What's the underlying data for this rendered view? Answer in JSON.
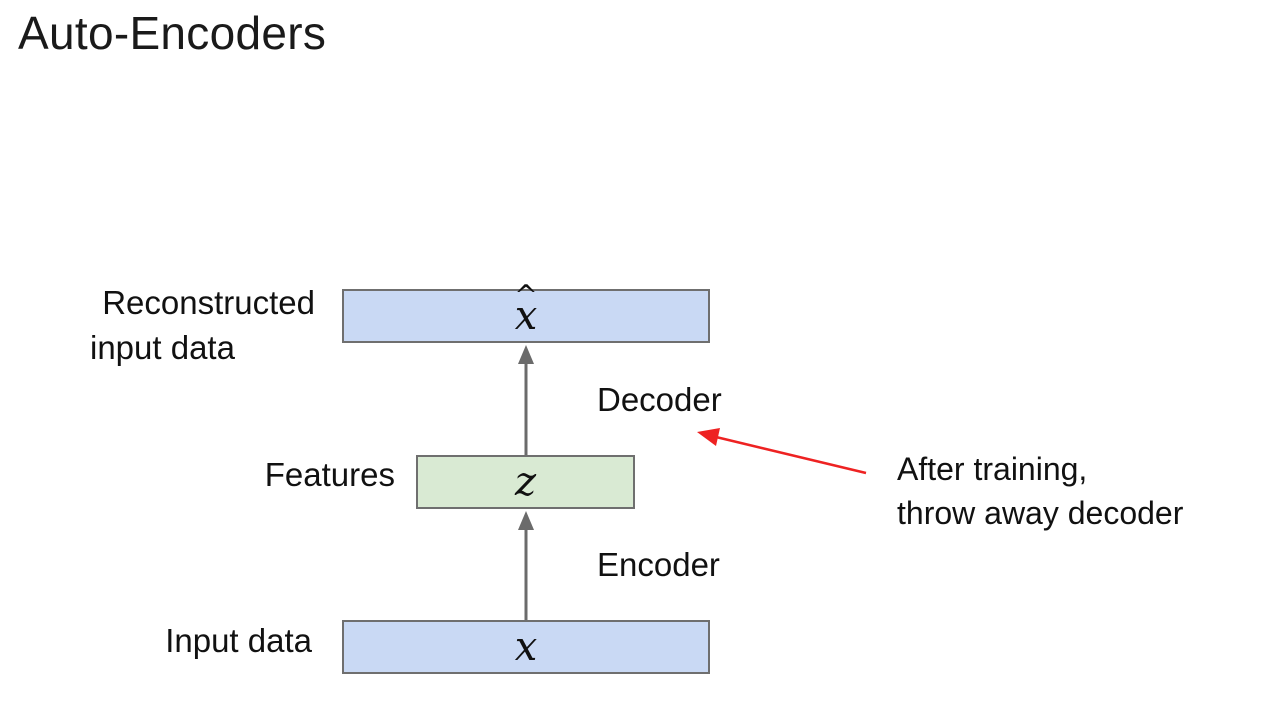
{
  "slide": {
    "title": "Auto-Encoders"
  },
  "diagram": {
    "reconstructed_label_line1": "Reconstructed",
    "reconstructed_label_line2": "input data",
    "features_label": "Features",
    "input_label": "Input data",
    "decoder_label": "Decoder",
    "encoder_label": "Encoder",
    "x_hat_symbol": "x",
    "hat_mark": "^",
    "z_symbol": "z",
    "x_symbol": "x",
    "annotation_line1": "After training,",
    "annotation_line2": "throw away decoder",
    "colors": {
      "input_box": "#c9d9f4",
      "feature_box": "#d9ead3",
      "arrow_gray": "#6b6b6b",
      "annotation_arrow": "#ee2222"
    }
  }
}
